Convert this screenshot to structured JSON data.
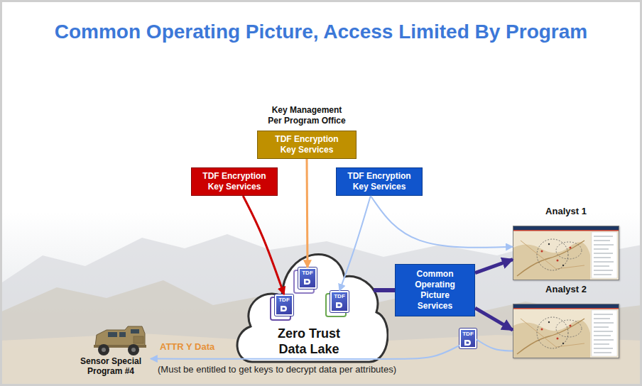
{
  "diagram": {
    "title": "Common Operating Picture, Access Limited By Program",
    "nodes": [
      {
        "text": [
          "Key Management Per Program Office",
          "TDF Encryption Key Services"
        ]
      },
      {
        "text": [
          "TDF Encryption Key Services"
        ]
      },
      {
        "text": [
          "TDF Encryption Key Services"
        ]
      },
      {
        "text": [
          "Zero Trust Data Lake"
        ]
      },
      {
        "text": [
          "TDF"
        ],
        "in": 3
      },
      {
        "text": [
          "TDF"
        ],
        "in": 3
      },
      {
        "text": [
          "TDF"
        ],
        "in": 3
      },
      {
        "text": [
          "Common Operating Picture Services"
        ]
      },
      {
        "text": [
          "Analyst 1"
        ]
      },
      {
        "text": [
          "Analyst 2"
        ]
      },
      {
        "text": [
          "TDF"
        ]
      },
      {
        "text": [
          "Sensor Special Program #4"
        ]
      }
    ],
    "edges": [
      {
        "from": 1,
        "to": 5,
        "arrow": "to"
      },
      {
        "from": 0,
        "to": 4,
        "arrow": "to"
      },
      {
        "from": 2,
        "to": 6,
        "arrow": "to"
      },
      {
        "from": 2,
        "to": 8,
        "arrow": "to"
      },
      {
        "from": 3,
        "to": 7,
        "arrow": "none"
      },
      {
        "from": 7,
        "to": 8,
        "arrow": "to"
      },
      {
        "from": 7,
        "to": 9,
        "arrow": "to"
      },
      {
        "from": 9,
        "to": 10,
        "arrow": "none"
      },
      {
        "from": 10,
        "to": 11,
        "label": "ATTR Y Data",
        "arrow": "to"
      }
    ],
    "labels": [
      "(Must be entitled to get keys to decrypt data per attributes)"
    ]
  }
}
